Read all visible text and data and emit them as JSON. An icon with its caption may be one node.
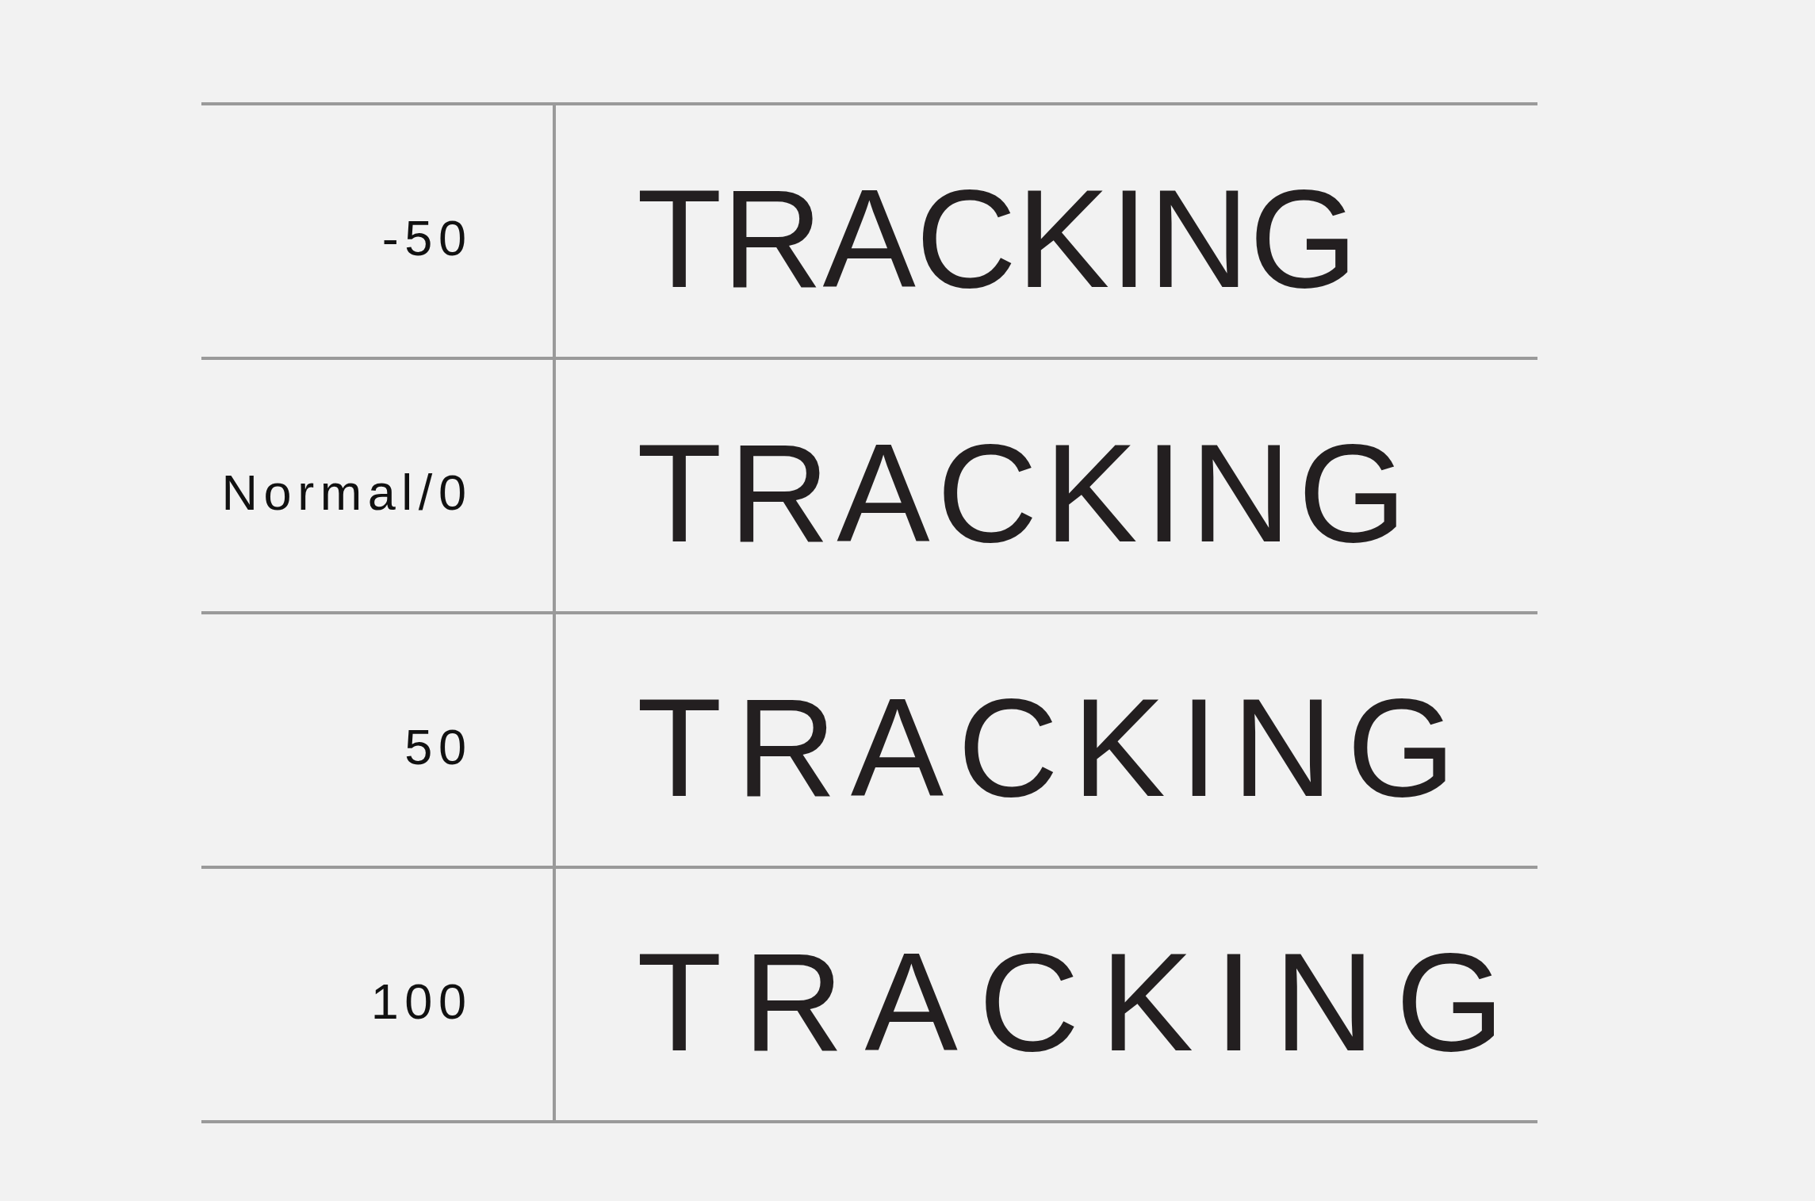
{
  "diagram": {
    "labels": [
      "-50",
      "TRACKING",
      "Normal/0",
      "TRACKING",
      "50",
      "TRACKING",
      "100",
      "TRACKING"
    ]
  }
}
